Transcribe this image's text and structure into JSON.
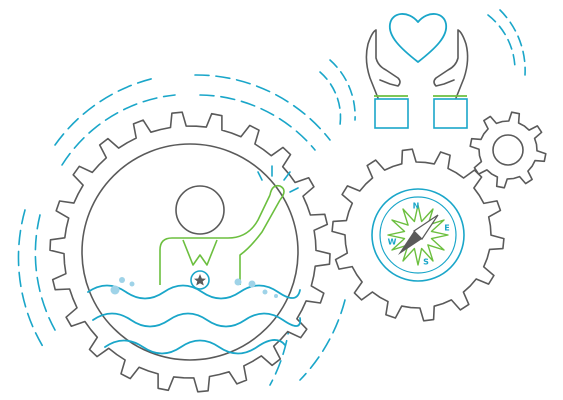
{
  "illustration": {
    "colors": {
      "outline": "#5a5a5a",
      "accent_blue": "#1aa6c9",
      "accent_green": "#6cbf3f",
      "bubble_blue": "#9fd3e8",
      "background": "#ffffff"
    },
    "icons": [
      "gear-icon",
      "swimmer-icon",
      "medal-icon",
      "waves-icon",
      "compass-icon",
      "heart-icon",
      "hands-icon"
    ],
    "compass": {
      "north": "N",
      "east": "E",
      "south": "S",
      "west": "W"
    }
  }
}
